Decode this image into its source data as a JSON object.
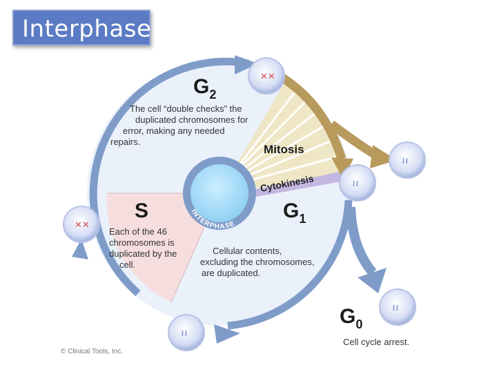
{
  "title": "Interphase",
  "phases": {
    "g2": {
      "label": "G",
      "sub": "2",
      "desc": [
        "The cell “double checks” the",
        "duplicated chromosomes for",
        "error, making any needed",
        "repairs."
      ]
    },
    "s": {
      "label": "S",
      "desc": [
        "Each of the 46",
        "chromosomes is",
        "duplicated by the",
        "cell."
      ]
    },
    "g1": {
      "label": "G",
      "sub": "1",
      "desc": [
        "Cellular contents,",
        "excluding the chromosomes,",
        "are duplicated."
      ]
    },
    "g0": {
      "label": "G",
      "sub": "0",
      "desc": [
        "Cell cycle arrest."
      ]
    }
  },
  "mitosis": "Mitosis",
  "cytokinesis": "Cytokinesis",
  "center_label": "INTERPHASE",
  "credit": "© Clinical Tools, Inc.",
  "colors": {
    "ring": "#7f9cc9",
    "g_fill": "#eaf1fb",
    "s_fill": "#f6dede",
    "mitosis_fill": "#efe6c6",
    "mitosis_arrow": "#b89a5c",
    "cytokinesis": "#c3b6e0",
    "center": "#a9dcf7",
    "cell": "#dde5f6"
  }
}
